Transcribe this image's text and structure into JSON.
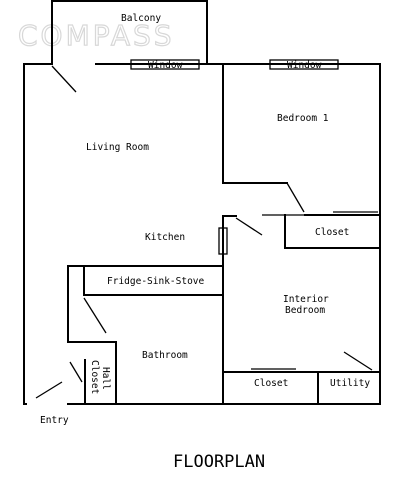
{
  "watermark": {
    "text": "COMPASS"
  },
  "rooms": {
    "balcony": "Balcony",
    "living_room": "Living Room",
    "bedroom_1": "Bedroom 1",
    "kitchen": "Kitchen",
    "closet_bedroom": "Closet",
    "fridge_sink_stove": "Fridge-Sink-Stove",
    "interior_bedroom_line1": "Interior",
    "interior_bedroom_line2": "Bedroom",
    "bathroom": "Bathroom",
    "hall_closet_line1": "Hall",
    "hall_closet_line2": "Closet",
    "closet_bottom": "Closet",
    "utility": "Utility",
    "entry": "Entry"
  },
  "windows": {
    "left": "Window",
    "right": "Window"
  },
  "caption": "FLOORPLAN"
}
